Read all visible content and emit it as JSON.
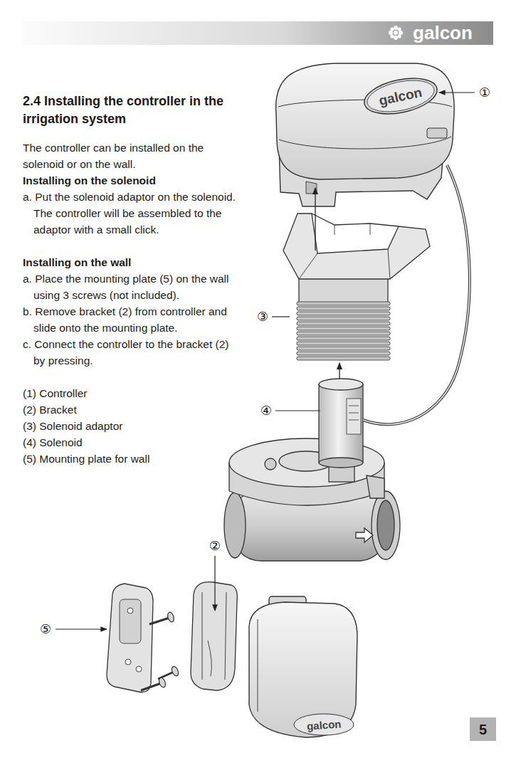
{
  "diagram": {
    "title": "2.4 Installing the controller in the irrigation system",
    "labels": [
      "galcon",
      "The controller can be installed on the solenoid or on the wall.",
      "Installing on the solenoid",
      "a. Put the solenoid adaptor on the solenoid. The controller will be assembled to the adaptor with a small click.",
      "Installing on the wall",
      "a. Place the mounting plate (5) on the wall using 3 screws (not included).",
      "b. Remove bracket (2) from controller and slide onto the mounting plate.",
      "c. Connect the controller to the bracket (2) by pressing.",
      "(1) Controller",
      "(2) Bracket",
      "(3) Solenoid adaptor",
      "(4) Solenoid",
      "(5) Mounting plate for wall",
      "①",
      "②",
      "③",
      "④",
      "⑤",
      "galcon",
      "galcon",
      "5"
    ]
  }
}
